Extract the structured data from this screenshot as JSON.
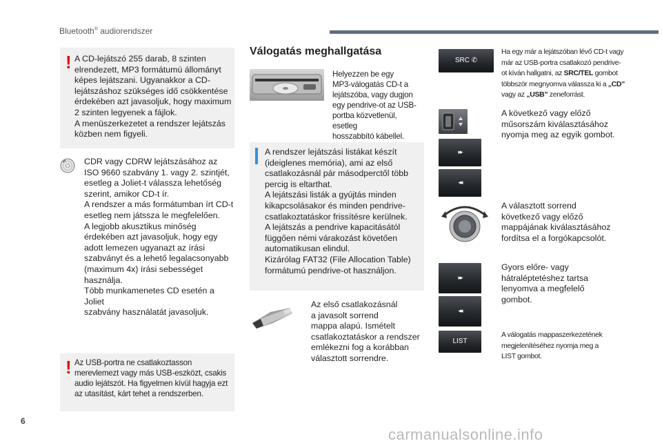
{
  "header": {
    "title": "Bluetooth",
    "title_sup": "®",
    "title_rest": " audiorendszer"
  },
  "page_number": "6",
  "watermark": "carmanualsonline.info",
  "left_column": {
    "warning_1": "A CD-lejátszó 255 darab, 8 szinten\nelrendezett, MP3 formátumú állományt\nképes lejátszani. Ugyanakkor a CD-\nlejátszáshoz szükséges idő csökkentése\nérdekében azt javasoljuk, hogy maximum\n2 szinten legyenek a fájlok.\nA menüszerkezetet a rendszer lejátszás\nközben nem figyeli.",
    "cdr_note": "CDR vagy CDRW lejátszásához az\nISO 9660 szabvány 1. vagy 2. szintjét,\nesetleg a Joliet-t válassza lehetőség\nszerint, amikor CD-t ír.\nA rendszer a más formátumban írt CD-t\nesetleg nem játssza le megfelelően.\nA legjobb akusztikus minőség\nérdekében azt javasoljuk, hogy egy\nadott lemezen ugyanazt az írási\nszabványt és a lehető legalacsonyabb\n(maximum 4x) írási sebességet\nhasználja.\nTöbb munkamenetes CD esetén a Joliet\nszabvány használatát javasoljuk.",
    "warning_2": "Az USB-portra ne csatlakoztasson\nmerevlemezt vagy más USB-eszközt, csakis\naudio lejátszót. Ha figyelmen kívül hagyja ezt\naz utasítást, kárt tehet a rendszerben."
  },
  "middle_column": {
    "section_title": "Válogatás meghallgatása",
    "intro": "Helyezzen be egy\nMP3-válogatás CD-t a\nlejátszóba, vagy dugjon\negy pendrive-ot az USB-\nportba közvetlenül, esetleg\nhosszabbító kábellel.",
    "info_box": "A rendszer lejátszási listákat készít\n(ideiglenes memória), ami az első\ncsatlakozásnál pár másodperctől több\npercig is eltarthat.\nA lejátszási listák a gyújtás minden\nkikapcsolásakor és minden pendrive-\ncsatlakoztatáskor frissítésre kerülnek.\nA lejátszás a pendrive kapacitásától\nfüggően némi várakozást követően\nautomatikusan elindul.\nKizárólag FAT32 (File Allocation Table)\nformátumú pendrive-ot használjon.",
    "usb_note": "Az első csatlakozásnál\na javasolt sorrend\nmappa alapú. Ismételt\ncsatlakoztatáskor a rendszer\nemlékezni fog a korábban\nválasztott sorrendre."
  },
  "right_column": {
    "src_button_label": "SRC",
    "src_note_1": "Ha egy már a lejátszóban lévő CD-t vagy\nmár az USB-portra csatlakozó pendrive-\not kíván hallgatni, az ",
    "src_note_key": "SRC/TEL",
    "src_note_2": " gombot\ntöbbször megnyomva válassza ki a ",
    "src_note_cd": "„CD”",
    "src_note_3": "\nvagy az ",
    "src_note_usb": "„USB”",
    "src_note_4": " zeneforrást.",
    "track_note": "A következő vagy előző\nműsorszám kiválasztásához\nnyomja meg az egyik gombot.",
    "knob_note": "A választott sorrend\nkövetkező vagy előző\nmappájának kiválasztásához\nfordítsa el a forgókapcsolót.",
    "ff_note": "Gyors előre- vagy\nhátraléptetéshez tartsa\nlenyomva a megfelelő\ngombot.",
    "list_button_label": "LIST",
    "list_note": "A válogatás mappaszerkezetének\nmegjelenítéséhez nyomja meg a\nLIST gombot.",
    "next_glyph": "▸▸",
    "prev_glyph": "◂◂"
  }
}
